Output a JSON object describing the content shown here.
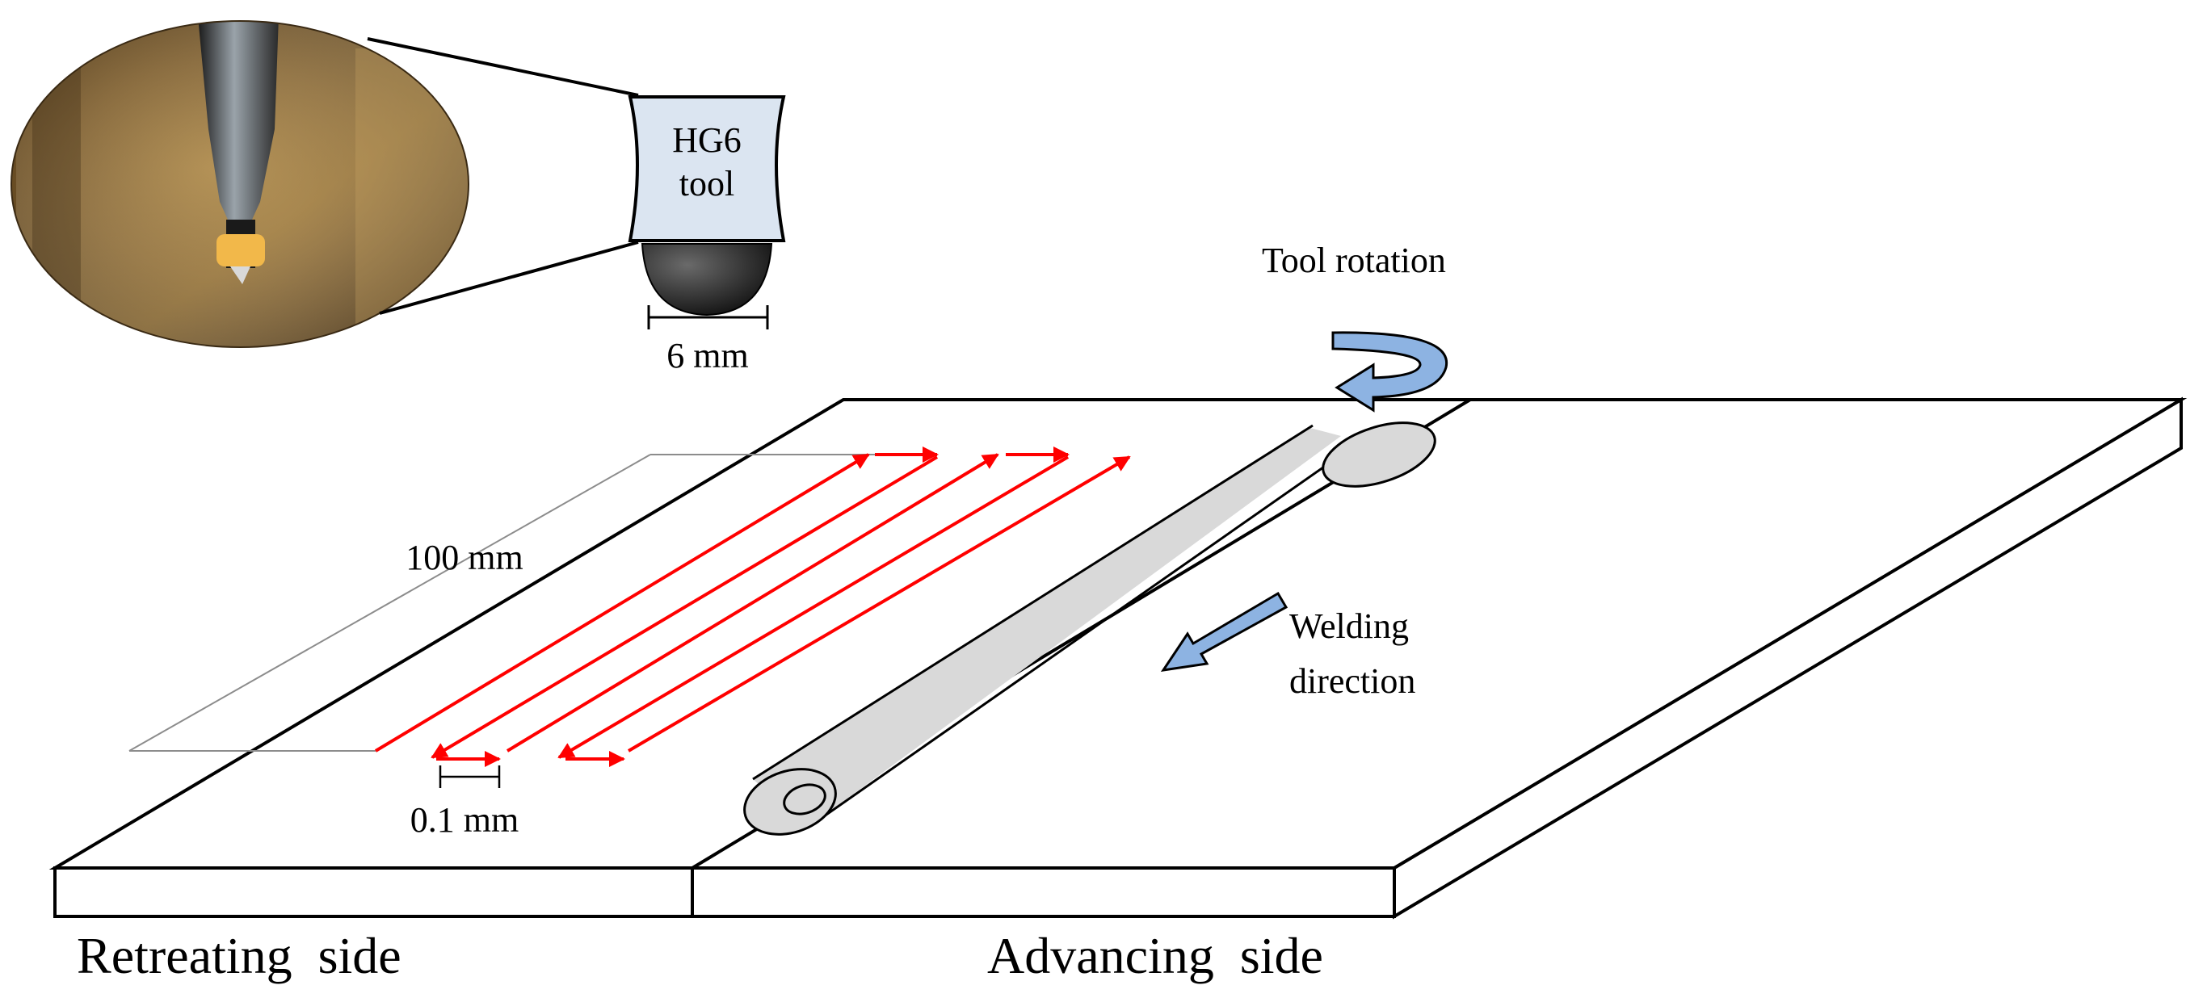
{
  "tool": {
    "name_line1": "HG6",
    "name_line2": "tool",
    "diameter_label": "6 mm"
  },
  "annotations": {
    "tool_rotation": "Tool rotation",
    "welding_direction_line1": "Welding",
    "welding_direction_line2": "direction",
    "length_label": "100 mm",
    "spacing_label": "0.1 mm"
  },
  "sides": {
    "retreating": "Retreating  side",
    "advancing": "Advancing  side"
  },
  "colors": {
    "path_red": "#ff0000",
    "arrow_blue": "#8db3e2",
    "tool_fill": "#dbe5f1",
    "weld_fill": "#d9d9d9",
    "outline": "#000000"
  }
}
